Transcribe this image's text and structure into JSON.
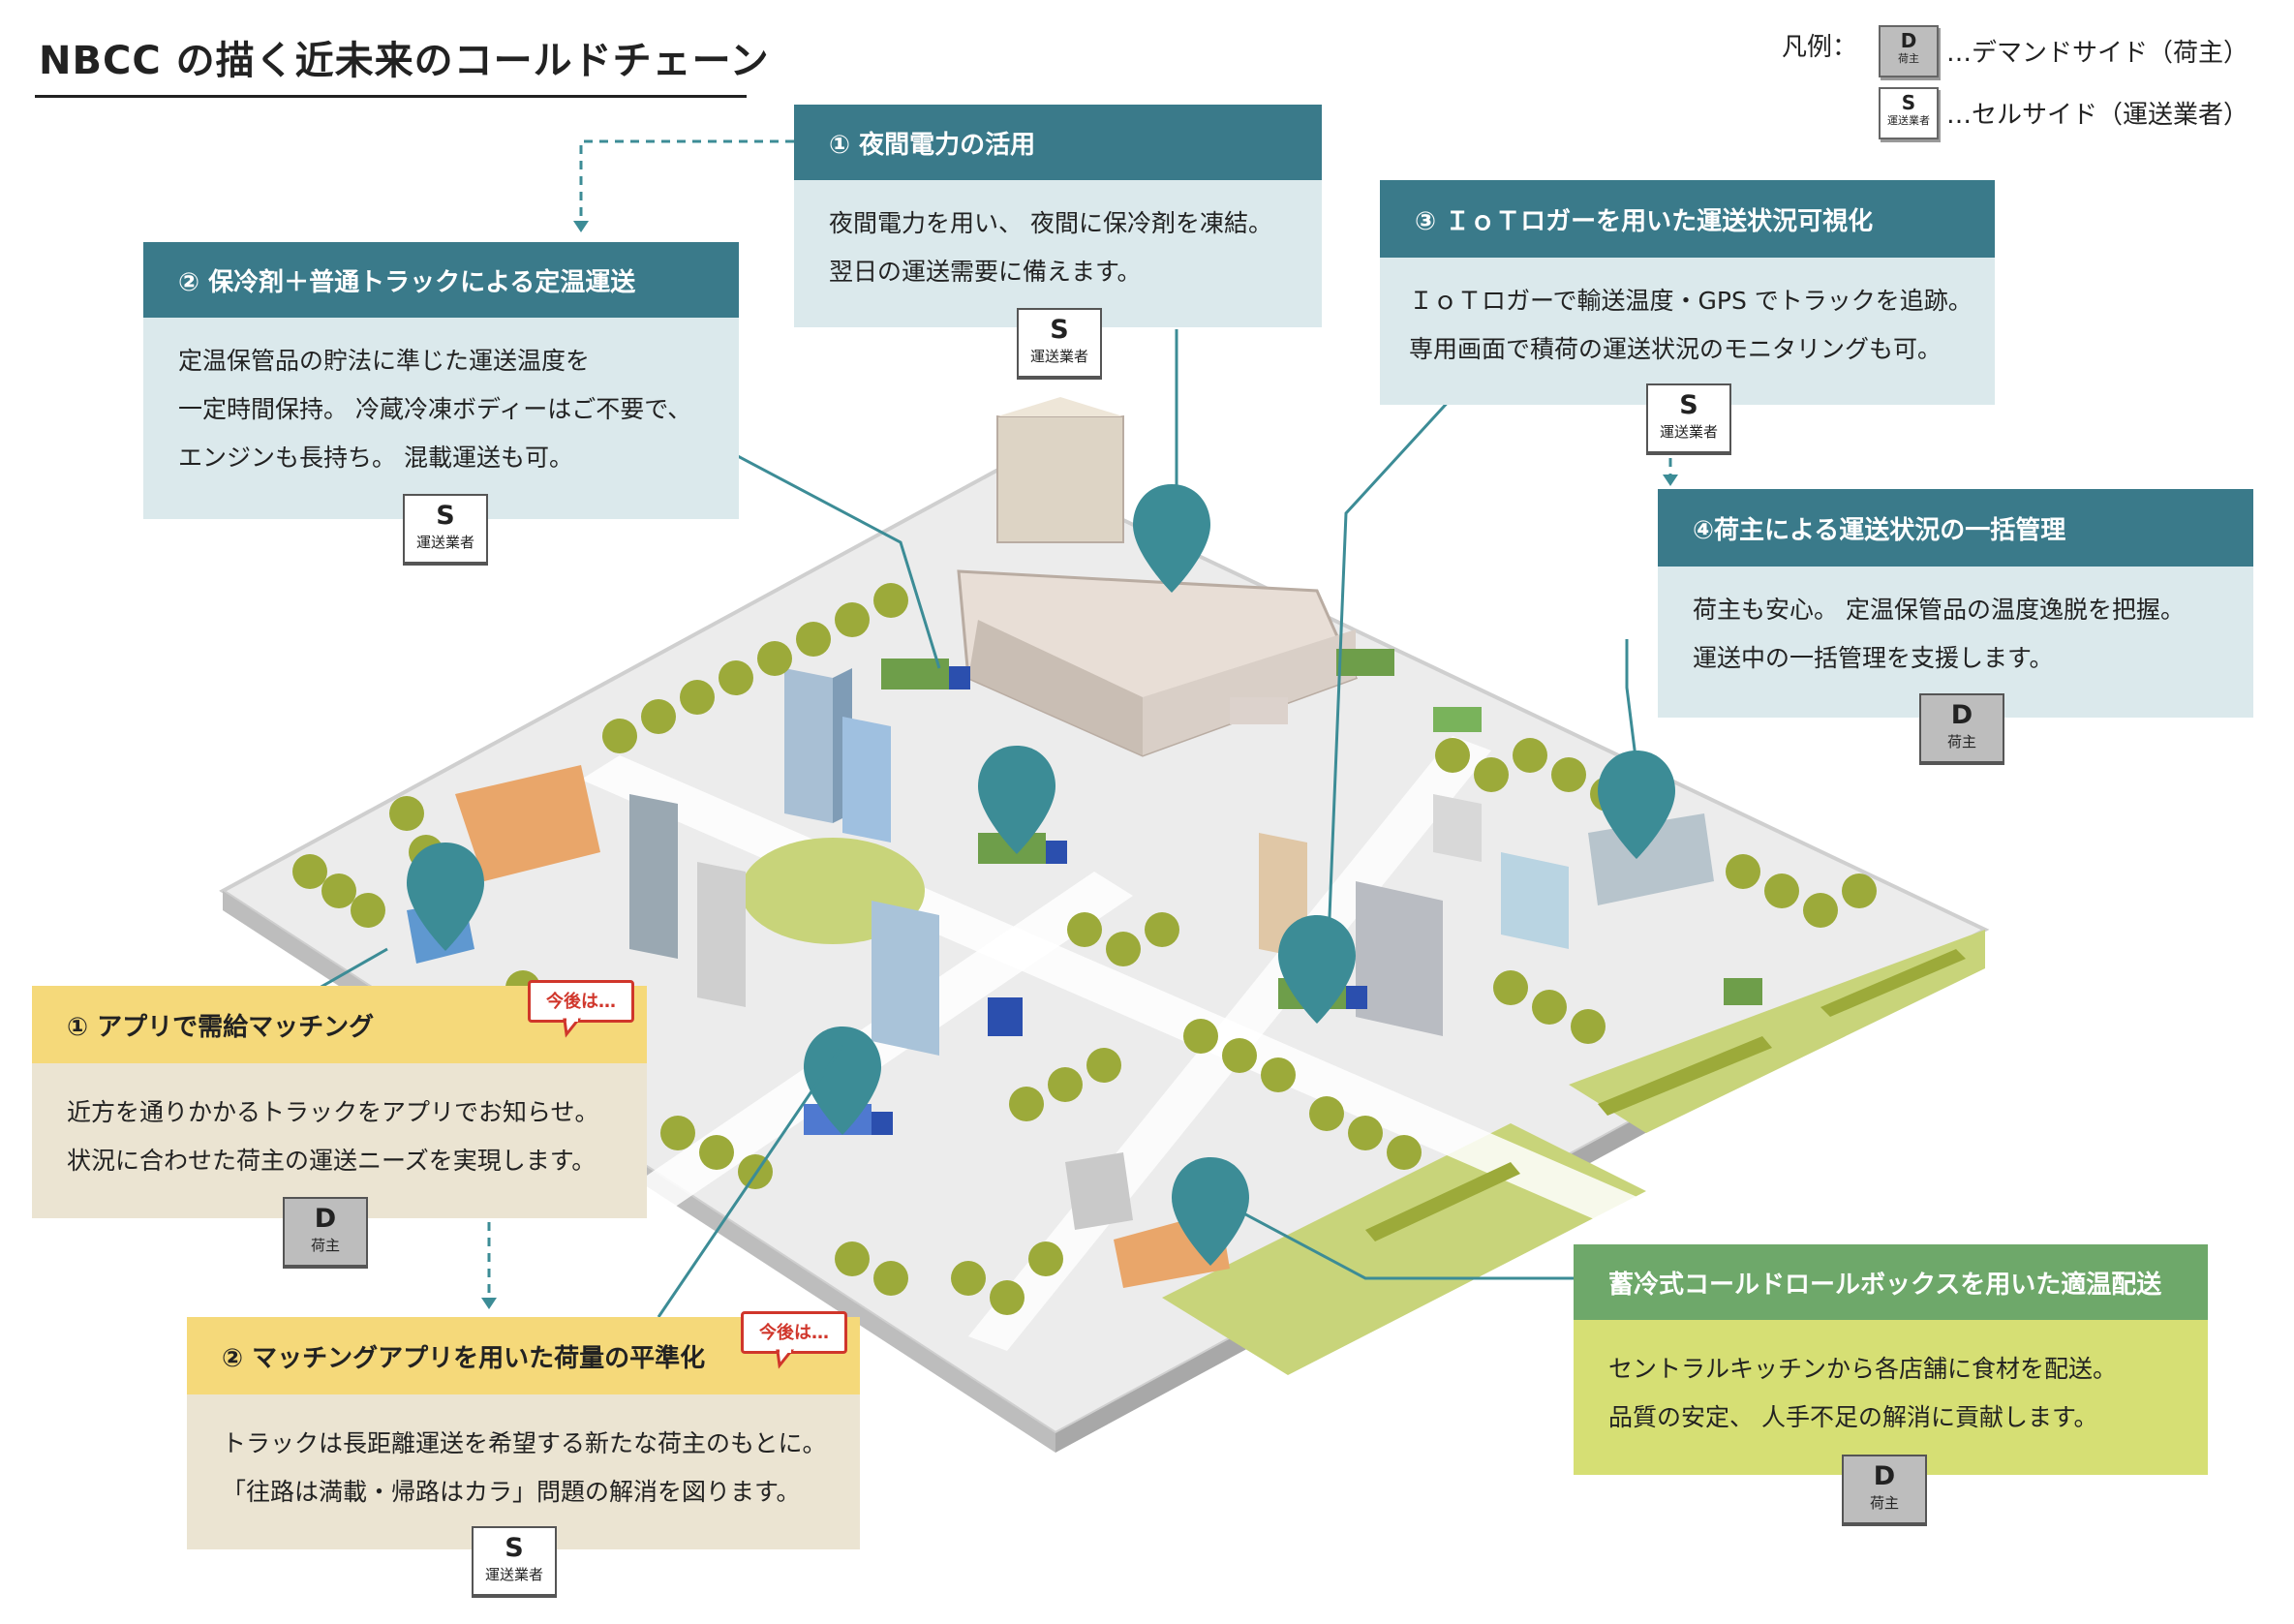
{
  "title": "NBCC の描く近未来のコールドチェーン",
  "legend": {
    "label": "凡例：",
    "d_letter": "D",
    "d_sub": "荷主",
    "d_desc": "…デマンドサイド（荷主）",
    "s_letter": "S",
    "s_sub": "運送業者",
    "s_desc": "…セルサイド（運送業者）"
  },
  "boxes": {
    "night_power": {
      "title": "① 夜間電力の活用",
      "lines": [
        "夜間電力を用い、 夜間に保冷剤を凍結。",
        "翌日の運送需要に備えます。"
      ],
      "badge_letter": "S",
      "badge_sub": "運送業者"
    },
    "constant_temp": {
      "title": "② 保冷剤＋普通トラックによる定温運送",
      "lines": [
        "定温保管品の貯法に準じた運送温度を",
        "一定時間保持。 冷蔵冷凍ボディーはご不要で、",
        "エンジンも長持ち。 混載運送も可。"
      ],
      "badge_letter": "S",
      "badge_sub": "運送業者"
    },
    "iot_logger": {
      "title": "③ ＩｏＴロガーを用いた運送状況可視化",
      "lines": [
        "ＩｏＴロガーで輸送温度・GPS でトラックを追跡。",
        "専用画面で積荷の運送状況のモニタリングも可。"
      ],
      "badge_letter": "S",
      "badge_sub": "運送業者"
    },
    "shipper_mgmt": {
      "title": "④荷主による運送状況の一括管理",
      "lines": [
        "荷主も安心。 定温保管品の温度逸脱を把握。",
        "運送中の一括管理を支援します。"
      ],
      "badge_letter": "D",
      "badge_sub": "荷主"
    },
    "app_matching": {
      "title": "① アプリで需給マッチング",
      "later": "今後は…",
      "lines": [
        "近方を通りかかるトラックをアプリでお知らせ。",
        "状況に合わせた荷主の運送ニーズを実現します。"
      ],
      "badge_letter": "D",
      "badge_sub": "荷主"
    },
    "load_leveling": {
      "title": "② マッチングアプリを用いた荷量の平準化",
      "later": "今後は…",
      "lines": [
        "トラックは長距離運送を希望する新たな荷主のもとに。",
        "「往路は満載・帰路はカラ」問題の解消を図ります。"
      ],
      "badge_letter": "S",
      "badge_sub": "運送業者"
    },
    "roll_box": {
      "title": "蓄冷式コールドロールボックスを用いた適温配送",
      "lines": [
        "セントラルキッチンから各店舗に食材を配送。",
        "品質の安定、 人手不足の解消に貢献します。"
      ],
      "badge_letter": "D",
      "badge_sub": "荷主"
    }
  },
  "colors": {
    "teal_header": "#3a7a8a",
    "teal_body": "#dbe9ec",
    "yellow_header": "#f5d97a",
    "yellow_body": "#ebe4d2",
    "green_header": "#6ea86a",
    "green_body": "#d6df74",
    "pin": "#3c8c96",
    "later_red": "#d0362b"
  }
}
